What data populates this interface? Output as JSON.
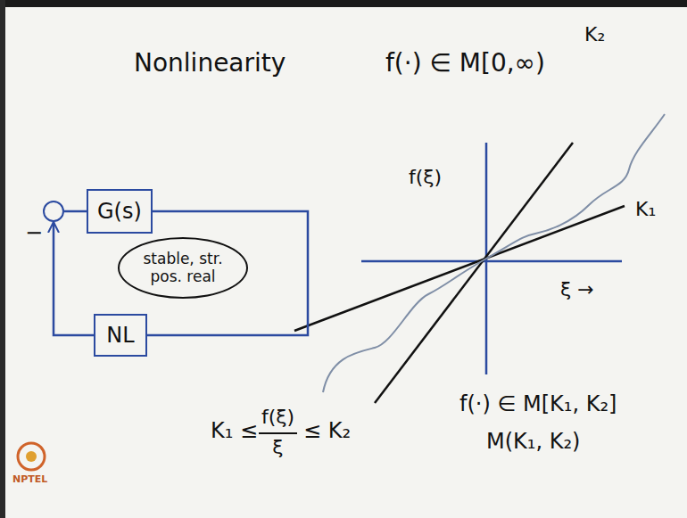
{
  "diagram": {
    "title": "Nonlinearity",
    "nodes": [
      {
        "text": [
          "−"
        ]
      },
      {
        "text": [
          "G(s)"
        ]
      },
      {
        "text": [
          "stable, str. pos. real"
        ]
      },
      {
        "text": [
          "NL"
        ]
      }
    ],
    "edges": [
      {
        "from": 0,
        "to": 1,
        "arrow": "none"
      },
      {
        "from": 1,
        "to": 3,
        "arrow": "none"
      },
      {
        "from": 3,
        "to": 0,
        "arrow": "to"
      }
    ],
    "labels": [
      "f(·) ∈ M[0,∞)",
      "K₂",
      "f(ξ)",
      "K₁",
      "ξ →",
      "K₁ ≤",
      "f(ξ)",
      "ξ",
      "≤ K₂",
      "f(·) ∈ M[K₁, K₂]",
      "M(K₁, K₂)",
      "NPTEL"
    ]
  }
}
